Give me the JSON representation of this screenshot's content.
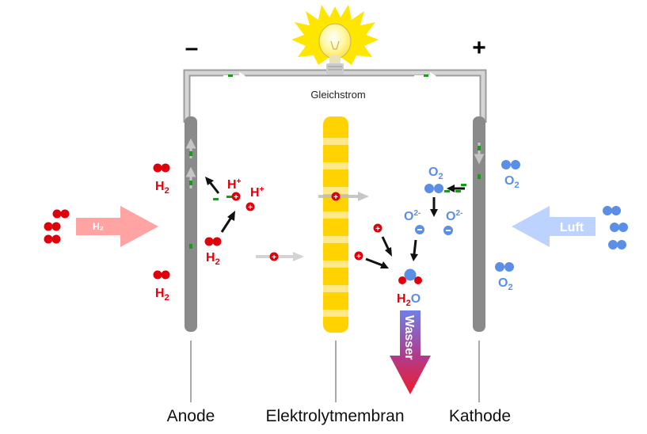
{
  "labels": {
    "minus": "–",
    "plus": "+",
    "current": "Gleichstrom",
    "anode": "Anode",
    "membrane": "Elektrolytmembran",
    "cathode": "Kathode",
    "h2_arrow": "H₂",
    "luft": "Luft",
    "wasser": "Wasser"
  },
  "species": {
    "h2": "H",
    "sub2": "2",
    "h_plus": "H",
    "plus_sup": "+",
    "o2": "O",
    "o_ion": "O",
    "ion_sup": "2-",
    "water_h": "H",
    "water_o": "O"
  },
  "colors": {
    "hydrogen": "#e0000b",
    "oxygen": "#5b8fe6",
    "electrode": "#8a8a8a",
    "membrane": "#ffd200",
    "membrane_stripe": "#ffe98a",
    "wire": "#c8c8c8",
    "electron": "#1a9a1a",
    "h2_arrow": "#ffa3a3",
    "luft_arrow": "#bcd3ff",
    "bulb": "#fff06a"
  }
}
